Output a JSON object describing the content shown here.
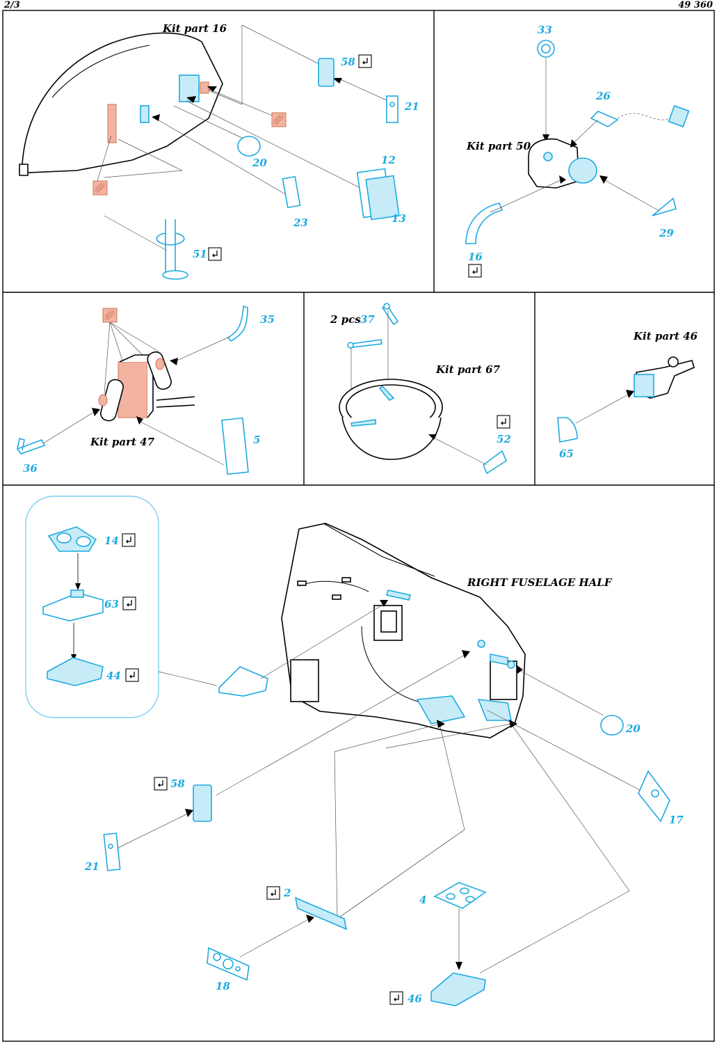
{
  "header": {
    "page": "2/3",
    "set_number": "49 360"
  },
  "panels": {
    "kit16": {
      "kit_label": "Kit part 16",
      "parts": {
        "p58": "58",
        "p21": "21",
        "p20": "20",
        "p12": "12",
        "p13": "13",
        "p23": "23",
        "p51": "51"
      }
    },
    "kit50": {
      "kit_label": "Kit part 50",
      "parts": {
        "p33": "33",
        "p26": "26",
        "p29": "29",
        "p16": "16"
      }
    },
    "kit47": {
      "kit_label": "Kit part 47",
      "parts": {
        "p35": "35",
        "p36": "36",
        "p5": "5"
      }
    },
    "kit67": {
      "kit_label": "Kit part 67",
      "qty_label": "2 pcs",
      "parts": {
        "p37": "37",
        "p52": "52"
      }
    },
    "kit46": {
      "kit_label": "Kit part 46",
      "parts": {
        "p65": "65"
      }
    },
    "fuselage": {
      "title": "RIGHT FUSELAGE HALF",
      "parts": {
        "p14": "14",
        "p63": "63",
        "p44": "44",
        "p20": "20",
        "p17": "17",
        "p58": "58",
        "p21": "21",
        "p2": "2",
        "p18": "18",
        "p4": "4",
        "p46": "46"
      }
    }
  },
  "colors": {
    "photo_etch_blue": "#1eaadf",
    "photo_etch_fill": "#c7ecf8",
    "paint_swatch": "#f2b4a0",
    "frame": "#000000"
  },
  "icons": [
    "bend-fold-symbol",
    "paint-swatch-icon"
  ]
}
